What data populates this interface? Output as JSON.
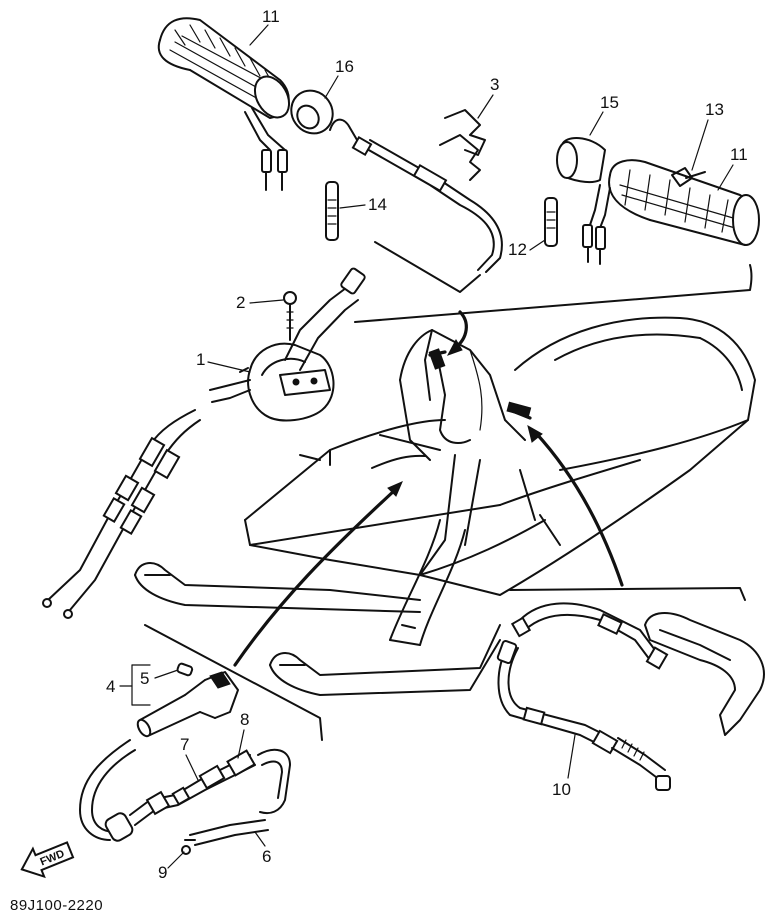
{
  "figure_code": "89J100-2220",
  "fwd_label": "FWD",
  "callouts": {
    "c1": "1",
    "c2": "2",
    "c3": "3",
    "c4": "4",
    "c5": "5",
    "c6": "6",
    "c7": "7",
    "c8": "8",
    "c9": "9",
    "c10": "10",
    "c11_left": "11",
    "c11_right": "11",
    "c12": "12",
    "c13": "13",
    "c14": "14",
    "c15": "15",
    "c16": "16"
  }
}
